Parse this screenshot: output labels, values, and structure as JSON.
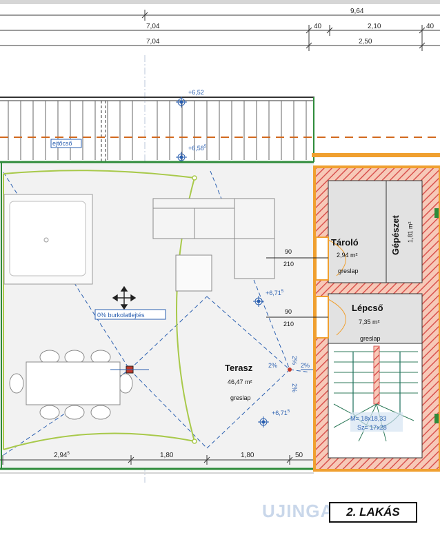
{
  "dimensions": {
    "top_total": "9,64",
    "row2_left": "7,04",
    "row2_mid1": "40",
    "row2_mid2": "2,10",
    "row2_right": "40",
    "row3_left": "7,04",
    "row3_right": "2,50",
    "bottom_1": "2,94",
    "bottom_1_sup": "5",
    "bottom_2": "1,80",
    "bottom_3": "1,80",
    "bottom_4": "50"
  },
  "levels": {
    "railing_level": "+6,52",
    "terrace_edge_level": "+6,58",
    "terrace_edge_sup": "5",
    "center_level": "+6,71",
    "center_sup": "5",
    "lower_level": "+6,71",
    "lower_sup": "5"
  },
  "labels": {
    "downpipe": "ejtőcső",
    "slope_note": "0% burkolatlejtés",
    "slope_left": "2%",
    "slope_right": "2%",
    "slope_top": "2%",
    "slope_bottom": "2%"
  },
  "doors": {
    "door1_width": "90",
    "door1_height": "210",
    "door2_width": "90",
    "door2_height": "210"
  },
  "rooms": {
    "tarolo": {
      "name": "Tároló",
      "area": "2,94 m²",
      "floor": "greslap"
    },
    "gepeszet": {
      "name": "Gépészet",
      "area": "1,81 m²"
    },
    "lepcso": {
      "name": "Lépcső",
      "area": "7,35 m²",
      "floor": "greslap"
    },
    "terasz": {
      "name": "Terasz",
      "area": "46,47 m²",
      "floor": "greslap"
    }
  },
  "stair": {
    "line1": "M= 18x18,33",
    "line2": "Sz= 17x28"
  },
  "badge": "2. LAKÁS",
  "watermark": "UJINGATLAN.EU",
  "colors": {
    "wall_hatch": "#d9534f",
    "wall_orange": "#f0a030",
    "terrace_outline": "#2e8b3a",
    "drain_green": "#a8c94a",
    "dim_line": "#3a3a3a",
    "blue": "#2a5fb0",
    "dashed_orange": "#d2691e"
  }
}
